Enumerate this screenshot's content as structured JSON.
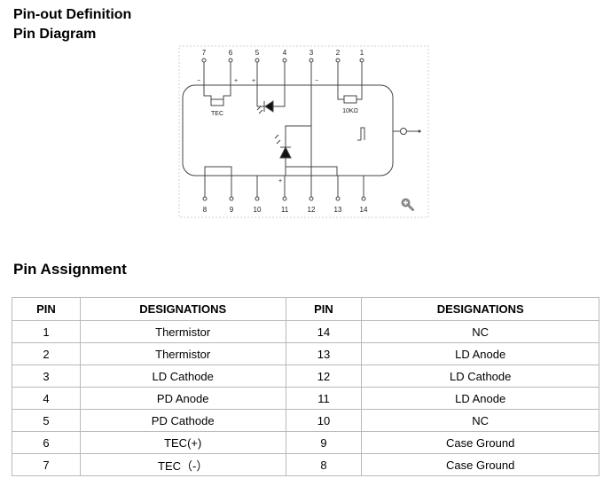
{
  "headings": {
    "pinout": "Pin-out Definition",
    "diagram": "Pin Diagram",
    "assignment": "Pin Assignment"
  },
  "diagram": {
    "top_pins": [
      "7",
      "6",
      "5",
      "4",
      "3",
      "2",
      "1"
    ],
    "bottom_pins": [
      "8",
      "9",
      "10",
      "11",
      "12",
      "13",
      "14"
    ],
    "tec_label": "TEC",
    "thermistor_label": "10KΩ",
    "plus": "+",
    "minus": "−"
  },
  "table": {
    "headers": [
      "PIN",
      "DESIGNATIONS",
      "PIN",
      "DESIGNATIONS"
    ],
    "rows": [
      [
        "1",
        "Thermistor",
        "14",
        "NC"
      ],
      [
        "2",
        "Thermistor",
        "13",
        "LD Anode"
      ],
      [
        "3",
        "LD Cathode",
        "12",
        "LD Cathode"
      ],
      [
        "4",
        "PD Anode",
        "11",
        "LD Anode"
      ],
      [
        "5",
        "PD Cathode",
        "10",
        "NC"
      ],
      [
        "6",
        "TEC(+)",
        "9",
        "Case Ground"
      ],
      [
        "7",
        "TEC（-）",
        "8",
        "Case Ground"
      ]
    ]
  }
}
